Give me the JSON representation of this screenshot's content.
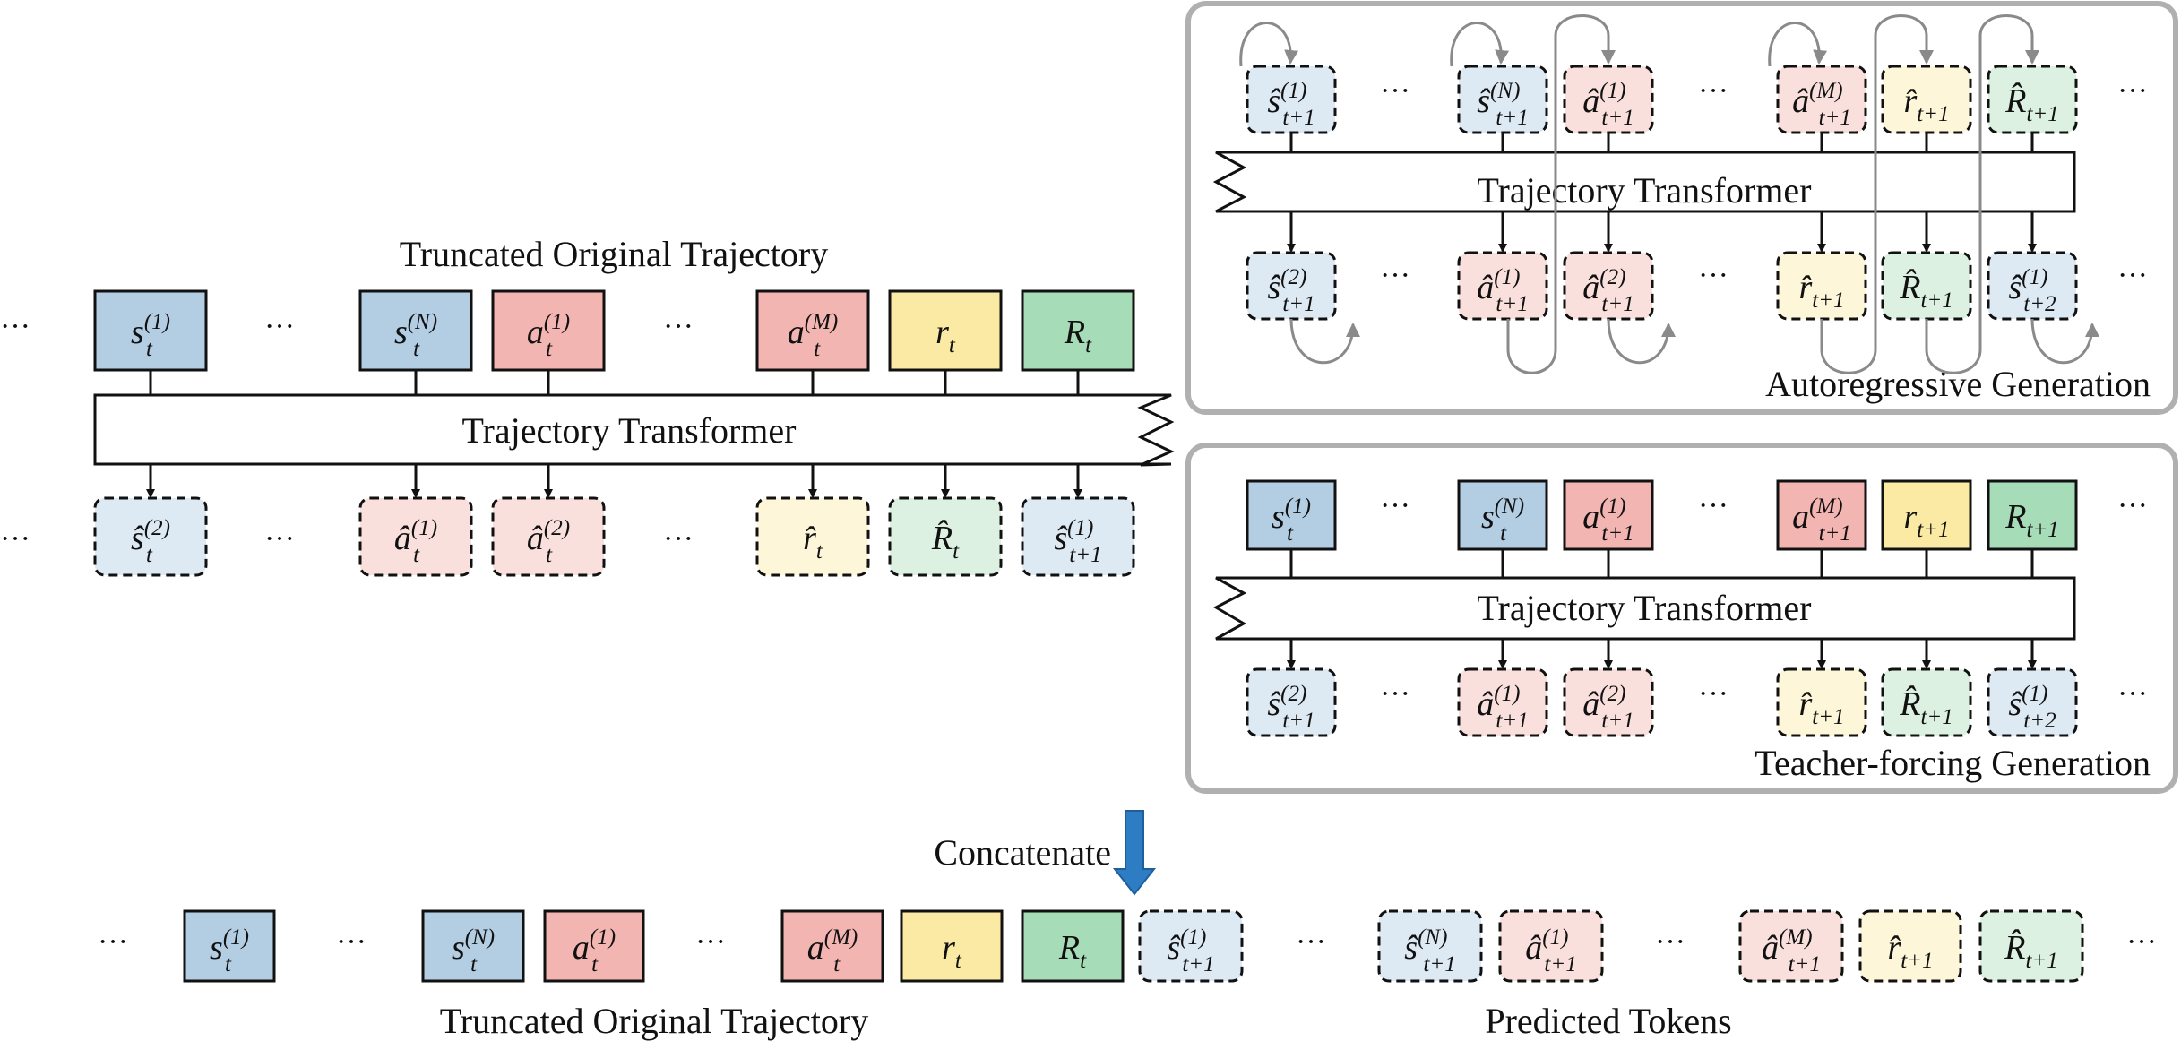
{
  "colors": {
    "state": "#b3cde3",
    "action": "#f2b5b1",
    "reward": "#fbeaa4",
    "rtg": "#a7dcb8",
    "state_pred": "#dde9f3",
    "action_pred": "#f9e0dd",
    "reward_pred": "#fdf6d9",
    "rtg_pred": "#dcf1e2",
    "panel_border": "#b0b0b0",
    "arrow_blue": "#2e7cc4",
    "loop_gray": "#8a8a8a"
  },
  "left": {
    "title": "Truncated Original Trajectory",
    "transformer_label": "Trajectory Transformer",
    "input_tokens": [
      "s_t^(1)",
      "s_t^(N)",
      "a_t^(1)",
      "a_t^(M)",
      "r_t",
      "R_t"
    ],
    "output_tokens": [
      "ŝ_t^(2)",
      "â_t^(1)",
      "â_t^(2)",
      "r̂_t",
      "R̂_t",
      "ŝ_{t+1}^(1)"
    ],
    "ellipsis": "···"
  },
  "autoregressive": {
    "caption": "Autoregressive Generation",
    "transformer_label": "Trajectory Transformer",
    "input_tokens": [
      "ŝ_{t+1}^(1)",
      "ŝ_{t+1}^(N)",
      "â_{t+1}^(1)",
      "â_{t+1}^(M)",
      "r̂_{t+1}",
      "R̂_{t+1}"
    ],
    "output_tokens": [
      "ŝ_{t+1}^(2)",
      "â_{t+1}^(1)",
      "â_{t+1}^(2)",
      "r̂_{t+1}",
      "R̂_{t+1}",
      "ŝ_{t+2}^(1)"
    ]
  },
  "teacher": {
    "caption": "Teacher-forcing Generation",
    "transformer_label": "Trajectory Transformer",
    "input_tokens": [
      "s_t^(1)",
      "s_t^(N)",
      "a_{t+1}^(1)",
      "a_{t+1}^(M)",
      "r_{t+1}",
      "R_{t+1}"
    ],
    "output_tokens": [
      "ŝ_{t+1}^(2)",
      "â_{t+1}^(1)",
      "â_{t+1}^(2)",
      "r̂_{t+1}",
      "R̂_{t+1}",
      "ŝ_{t+2}^(1)"
    ]
  },
  "bottom": {
    "concatenate_label": "Concatenate",
    "caption_left": "Truncated Original Trajectory",
    "caption_right": "Predicted Tokens",
    "tokens": [
      "s_t^(1)",
      "s_t^(N)",
      "a_t^(1)",
      "a_t^(M)",
      "r_t",
      "R_t",
      "ŝ_{t+1}^(1)",
      "ŝ_{t+1}^(N)",
      "â_{t+1}^(1)",
      "â_{t+1}^(M)",
      "r̂_{t+1}",
      "R̂_{t+1}"
    ]
  }
}
